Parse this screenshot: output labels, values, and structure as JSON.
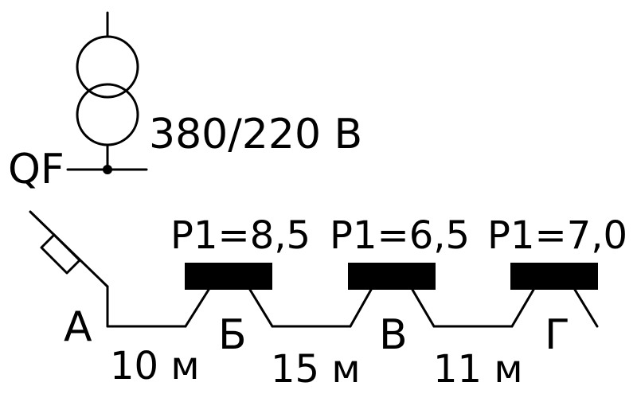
{
  "transformer": {
    "voltage_label": "380/220 В"
  },
  "breaker": {
    "label": "QF"
  },
  "points": [
    {
      "label": "А"
    },
    {
      "label": "Б"
    },
    {
      "label": "В"
    },
    {
      "label": "Г"
    }
  ],
  "loads": [
    {
      "label": "P1=8,5"
    },
    {
      "label": "P1=6,5"
    },
    {
      "label": "P1=7,0"
    }
  ],
  "segments": [
    {
      "label": "10 м"
    },
    {
      "label": "15 м"
    },
    {
      "label": "11 м"
    }
  ]
}
